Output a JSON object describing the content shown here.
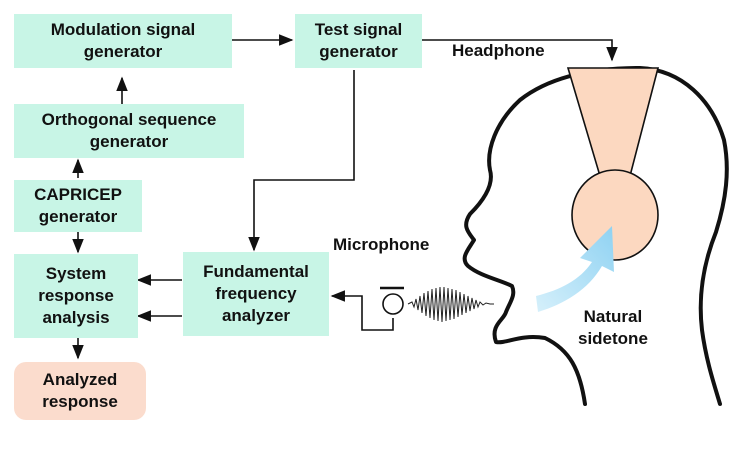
{
  "blocks": {
    "modulation": "Modulation signal\ngenerator",
    "test_signal": "Test signal\ngenerator",
    "orthogonal": "Orthogonal sequence\ngenerator",
    "capricep": "CAPRICEP\ngenerator",
    "system_response": "System\nresponse\nanalysis",
    "f0_analyzer": "Fundamental\nfrequency\nanalyzer",
    "analyzed": "Analyzed\nresponse"
  },
  "labels": {
    "headphone": "Headphone",
    "microphone": "Microphone",
    "natural_sidetone": "Natural\nsidetone"
  },
  "colors": {
    "block_fill": "#c8f5e6",
    "output_fill": "#fbdccd",
    "headphone_fill": "#fcd8c0",
    "sidetone_arrow": "#a8dcf5"
  }
}
